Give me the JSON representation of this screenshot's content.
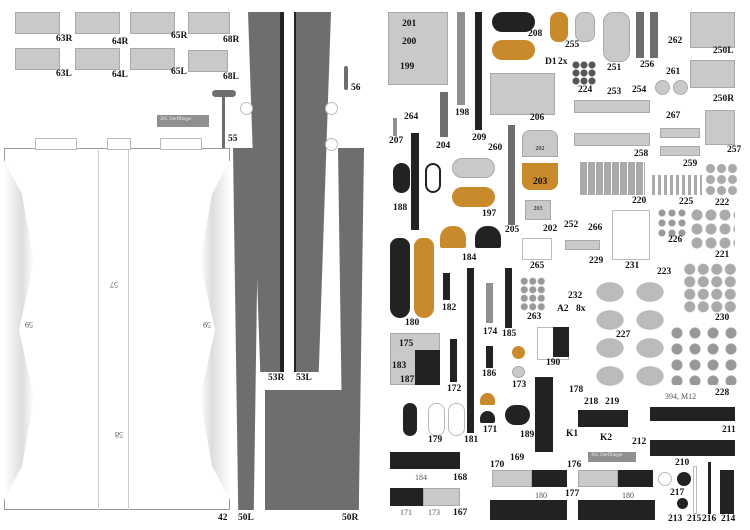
{
  "sheet": {
    "title": "Derfflinger paper model parts sheet",
    "logo_text": "JSC Derfflinger",
    "colors": {
      "hull_gray": "#6e6e6e",
      "black": "#222222",
      "ochre": "#c98a2b",
      "light_gray": "#c9c9c9"
    }
  },
  "left": {
    "small_parts": [
      "63R",
      "64R",
      "65R",
      "68R",
      "63L",
      "64L",
      "65L",
      "68L"
    ],
    "deck_labels": {
      "center": "57",
      "stern": "58",
      "left_side": "59",
      "right_side": "59",
      "bottom": "42"
    },
    "parts": {
      "p55": "55",
      "p56": "56",
      "p50L": "50L",
      "p53R": "53R",
      "p53L": "53L",
      "p50R": "50R"
    }
  },
  "right": {
    "parts": {
      "p201": "201",
      "p200": "200",
      "p199": "199",
      "p198": "198",
      "p209": "209",
      "p208": "208",
      "p255": "255",
      "p251": "251",
      "p256": "256",
      "p262": "262",
      "p261": "261",
      "p250L": "250L",
      "p250R": "250R",
      "pD1": "D1",
      "p2x": "2x",
      "p224": "224",
      "p253": "253",
      "p254": "254",
      "p267": "267",
      "p206": "206",
      "p264": "264",
      "p207": "207",
      "p204": "204",
      "p260": "260",
      "p258": "258",
      "p259": "259",
      "p257": "257",
      "p188": "188",
      "p197": "197",
      "p205": "205",
      "p202": "202",
      "p203": "203",
      "p202b": "202",
      "p252": "252",
      "p266": "266",
      "p220": "220",
      "p225": "225",
      "p222": "222",
      "p226": "226",
      "p221": "221",
      "p229": "229",
      "p231": "231",
      "p223": "223",
      "p230": "230",
      "p265": "265",
      "p180": "180",
      "p182": "182",
      "p184": "184",
      "p181": "181",
      "p174": "174",
      "p185": "185",
      "p263": "263",
      "p232": "232",
      "pA2": "A2",
      "p8x": "8x",
      "p227": "227",
      "p228": "228",
      "p175": "175",
      "p183": "183",
      "p187": "187",
      "p172": "172",
      "p186": "186",
      "p173": "173",
      "p190": "190",
      "p178": "178",
      "p171": "171",
      "p189": "189",
      "pK1": "K1",
      "pK2": "K2",
      "p218": "218",
      "p219": "219",
      "p212": "212",
      "p211": "211",
      "p210": "210",
      "p179": "179",
      "p170": "170",
      "p169": "169",
      "p176": "176",
      "p168": "168",
      "p167": "167",
      "p177": "177",
      "p217": "217",
      "p213": "213",
      "p215": "215",
      "p216": "216",
      "p214": "214"
    },
    "marks": {
      "m184": "184",
      "m171": "171",
      "m173": "173",
      "m180a": "180",
      "m180b": "180",
      "m394": "394, M12",
      "m203": "203",
      "m202": "202"
    }
  }
}
